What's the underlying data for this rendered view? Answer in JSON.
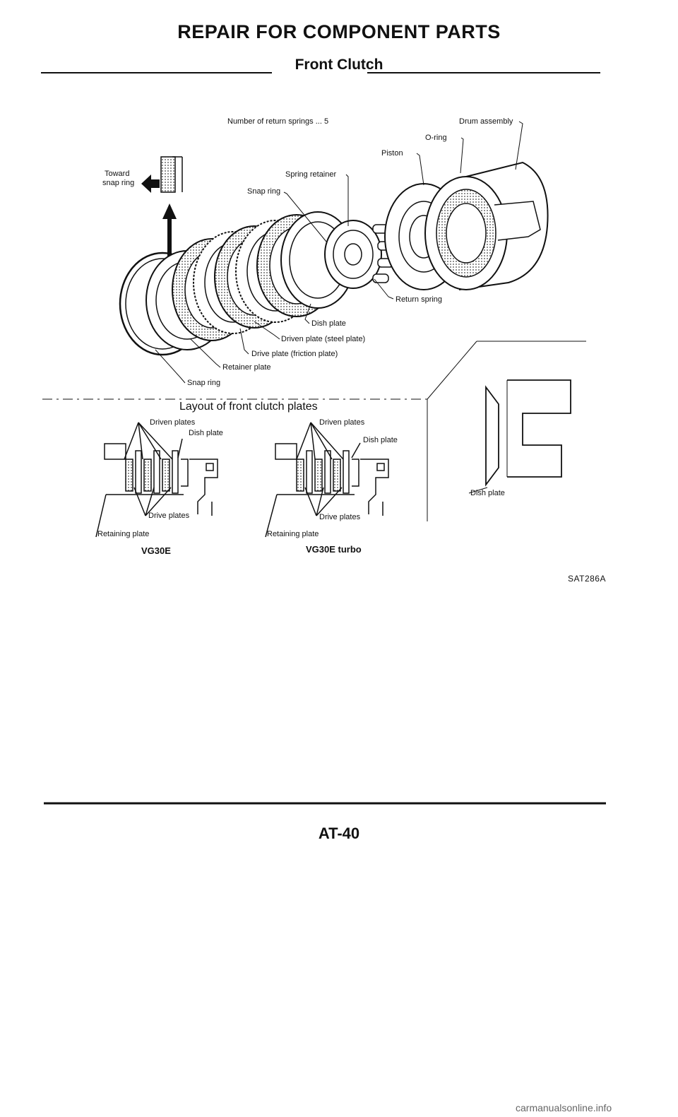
{
  "header": {
    "title": "REPAIR FOR COMPONENT PARTS",
    "subtitle": "Front Clutch"
  },
  "figure": {
    "return_springs_note": "Number of return springs ... 5",
    "labels": {
      "drum_assembly": "Drum assembly",
      "o_ring": "O-ring",
      "piston": "Piston",
      "spring_retainer": "Spring retainer",
      "snap_ring_top": "Snap ring",
      "toward_line1": "Toward",
      "toward_line2": "snap ring",
      "return_spring": "Return spring",
      "dish_plate": "Dish plate",
      "driven_plate_steel": "Driven plate (steel plate)",
      "drive_plate_friction": "Drive plate (friction plate)",
      "retainer_plate": "Retainer plate",
      "snap_ring_bottom": "Snap ring"
    },
    "layout": {
      "title": "Layout of front clutch plates",
      "left": {
        "driven_plates": "Driven plates",
        "dish_plate": "Dish plate",
        "drive_plates": "Drive plates",
        "retaining_plate": "Retaining plate",
        "model": "VG30E"
      },
      "right": {
        "driven_plates": "Driven plates",
        "dish_plate": "Dish plate",
        "drive_plates": "Drive plates",
        "retaining_plate": "Retaining plate",
        "model": "VG30E turbo"
      },
      "detail_dish_plate": "Dish plate"
    },
    "code": "SAT286A"
  },
  "footer": {
    "page_number": "AT-40",
    "watermark": "carmanualsonline.info"
  }
}
